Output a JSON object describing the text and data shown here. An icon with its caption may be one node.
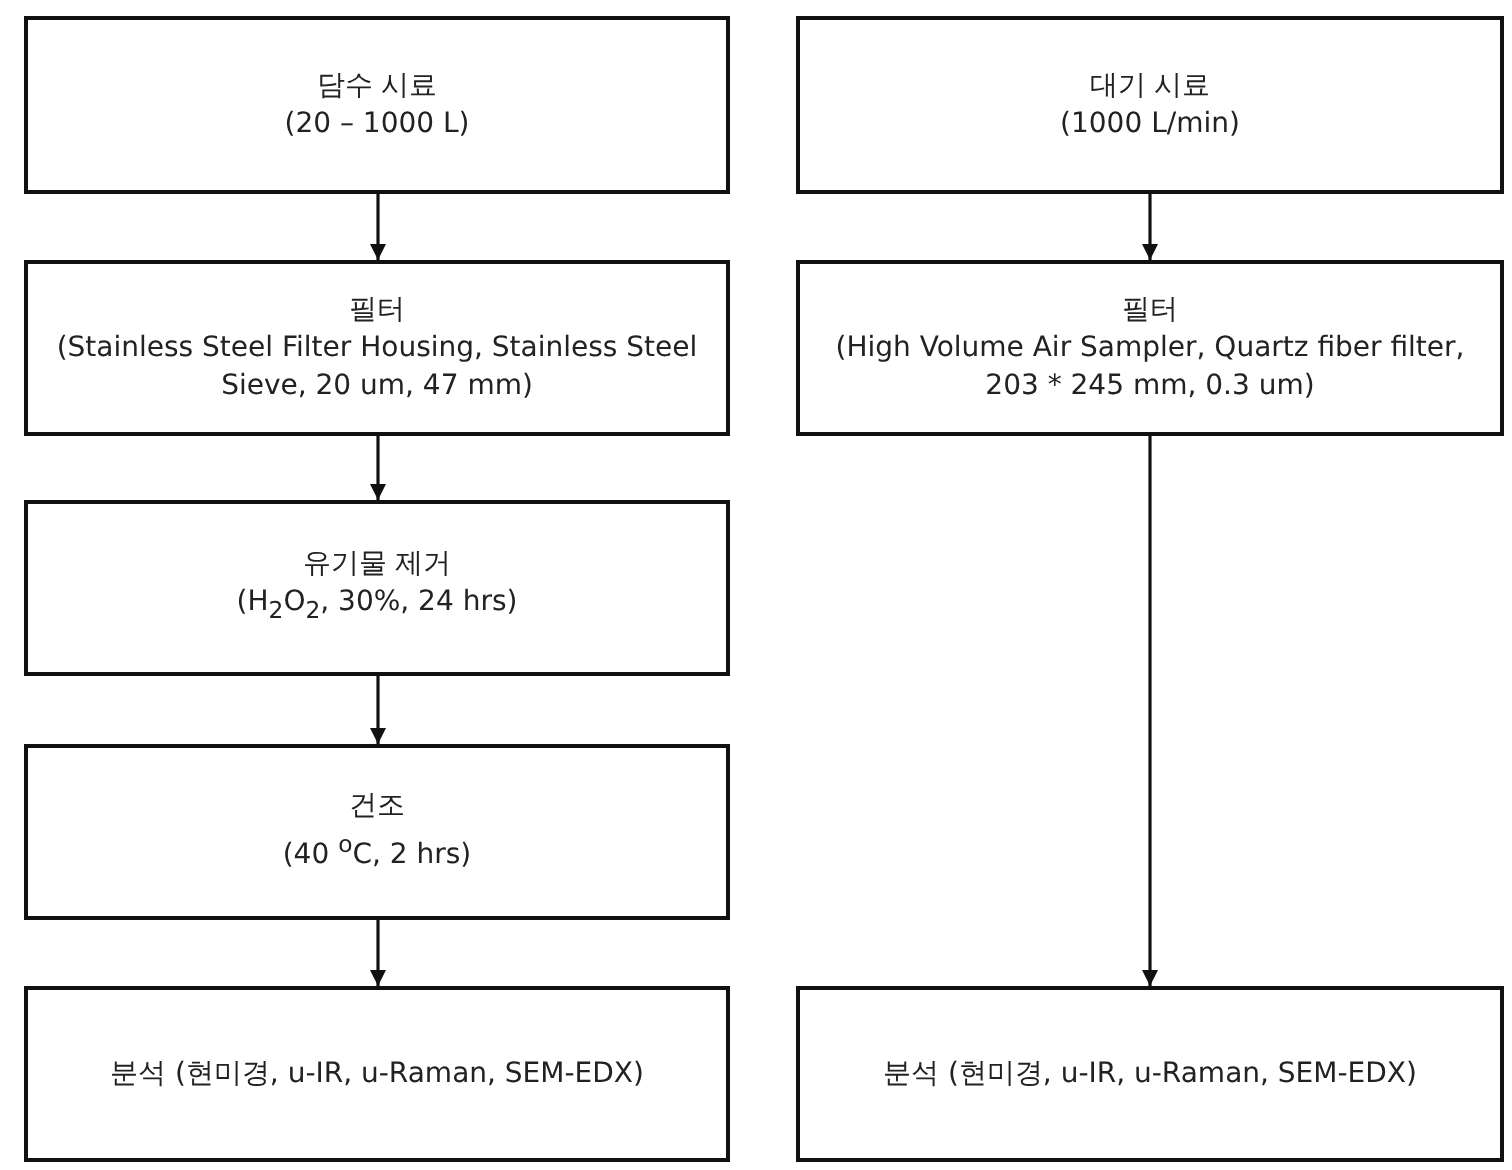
{
  "diagram": {
    "nodes": [
      {
        "text": [
          "담수 시료",
          "(20 – 1000 L)"
        ]
      },
      {
        "text": [
          "필터",
          "(Stainless Steel Filter Housing, Stainless Steel Sieve, 20 um, 47 mm)"
        ]
      },
      {
        "text": [
          "유기물 제거",
          "(H$_{2}$O$_{2}$, 30%, 24 hrs)"
        ]
      },
      {
        "text": [
          "건조",
          "(40 $^{o}$C, 2 hrs)"
        ]
      },
      {
        "text": [
          "분석 (현미경, u-IR, u-Raman, SEM-EDX)"
        ]
      },
      {
        "text": [
          "대기 시료",
          "(1000 L/min)"
        ]
      },
      {
        "text": [
          "필터",
          "(High Volume Air Sampler, Quartz fiber filter, 203 * 245 mm, 0.3 um)"
        ]
      },
      {
        "text": [
          "분석 (현미경, u-IR, u-Raman, SEM-EDX)"
        ]
      }
    ],
    "edges": [
      {
        "from": 0,
        "to": 1,
        "arrow": "to"
      },
      {
        "from": 1,
        "to": 2,
        "arrow": "to"
      },
      {
        "from": 2,
        "to": 3,
        "arrow": "to"
      },
      {
        "from": 3,
        "to": 4,
        "arrow": "to"
      },
      {
        "from": 5,
        "to": 6,
        "arrow": "to"
      },
      {
        "from": 6,
        "to": 7,
        "arrow": "to"
      }
    ]
  }
}
